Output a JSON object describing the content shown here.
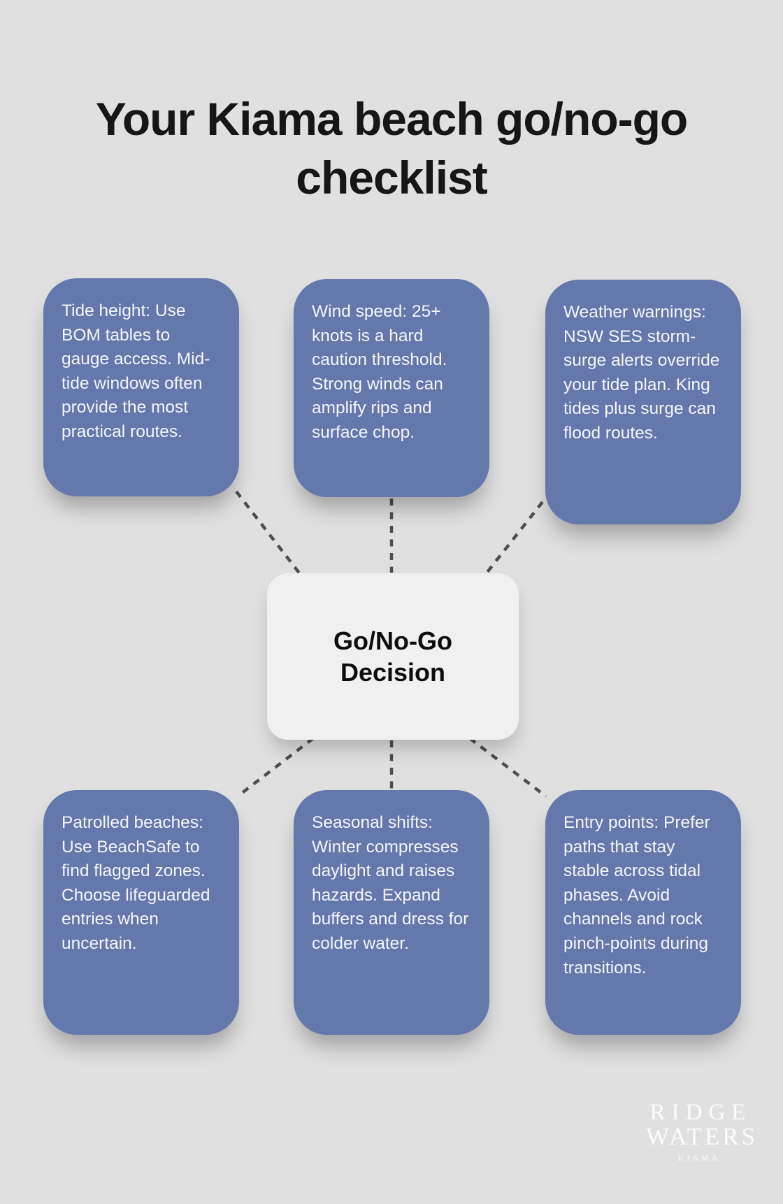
{
  "page": {
    "title_line1": "Your Kiama beach go/no-go",
    "title_line2": "checklist",
    "background_color": "#e0e0e0",
    "node_color": "#6478ab",
    "node_text_color": "#f4f6fa",
    "center_box_color": "#f0f0f1",
    "connector_color": "#4e4e4e"
  },
  "center": {
    "label_line1": "Go/No-Go",
    "label_line2": "Decision"
  },
  "nodes": [
    {
      "id": "tide-height",
      "text": "Tide height: Use BOM tables to gauge access. Mid-tide windows often provide the most practical routes."
    },
    {
      "id": "wind-speed",
      "text": "Wind speed: 25+ knots is a hard caution threshold. Strong winds can amplify rips and surface chop."
    },
    {
      "id": "weather-warnings",
      "text": "Weather warnings: NSW SES storm-surge alerts override your tide plan. King tides plus surge can flood routes."
    },
    {
      "id": "patrolled-beaches",
      "text": "Patrolled beaches: Use BeachSafe to find flagged zones. Choose lifeguarded entries when uncertain."
    },
    {
      "id": "seasonal-shifts",
      "text": "Seasonal shifts: Winter compresses daylight and raises hazards. Expand buffers and dress for colder water."
    },
    {
      "id": "entry-points",
      "text": "Entry points: Prefer paths that stay stable across tidal phases. Avoid channels and rock pinch-points during transitions."
    }
  ],
  "logo": {
    "line1": "RIDGE",
    "line2": "WATERS",
    "line3": "KIAMA"
  }
}
